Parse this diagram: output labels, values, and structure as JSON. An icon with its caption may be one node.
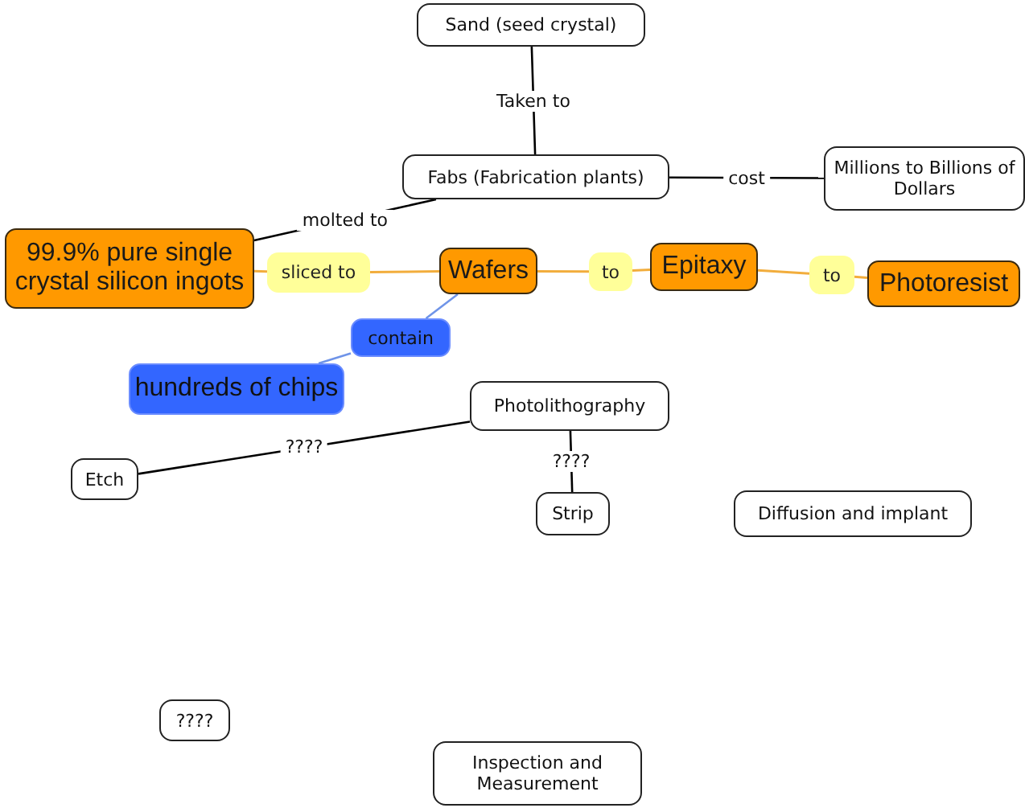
{
  "diagram": {
    "nodes": [
      {
        "text": [
          "Sand (seed crystal)"
        ]
      },
      {
        "text": [
          "Fabs (Fabrication plants)"
        ]
      },
      {
        "text": [
          "Millions to Billions of Dollars"
        ]
      },
      {
        "text": [
          "99.9% pure single crystal silicon ingots"
        ]
      },
      {
        "text": [
          "sliced to"
        ]
      },
      {
        "text": [
          "Wafers"
        ]
      },
      {
        "text": [
          "to"
        ]
      },
      {
        "text": [
          "Epitaxy"
        ]
      },
      {
        "text": [
          "to"
        ]
      },
      {
        "text": [
          "Photoresist"
        ]
      },
      {
        "text": [
          "contain"
        ]
      },
      {
        "text": [
          "hundreds of chips"
        ]
      },
      {
        "text": [
          "Photolithography"
        ]
      },
      {
        "text": [
          "Etch"
        ]
      },
      {
        "text": [
          "Strip"
        ]
      },
      {
        "text": [
          "Diffusion and implant"
        ]
      },
      {
        "text": [
          "????"
        ]
      },
      {
        "text": [
          "Inspection and Measurement"
        ]
      }
    ],
    "edges": [
      {
        "from": 0,
        "to": 1,
        "arrow": "none",
        "label": "Taken to",
        "color": "#000000"
      },
      {
        "from": 1,
        "to": 2,
        "arrow": "none",
        "label": "cost",
        "color": "#000000"
      },
      {
        "from": 1,
        "to": 3,
        "arrow": "none",
        "label": "molted to",
        "color": "#000000"
      },
      {
        "from": 3,
        "to": 4,
        "arrow": "none"
      },
      {
        "from": 4,
        "to": 5,
        "arrow": "none"
      },
      {
        "from": 5,
        "to": 6,
        "arrow": "none"
      },
      {
        "from": 6,
        "to": 7,
        "arrow": "none"
      },
      {
        "from": 7,
        "to": 8,
        "arrow": "none"
      },
      {
        "from": 8,
        "to": 9,
        "arrow": "none"
      },
      {
        "from": 5,
        "to": 10,
        "arrow": "none",
        "color": "#6f94e8"
      },
      {
        "from": 10,
        "to": 11,
        "arrow": "none",
        "color": "#6f94e8"
      },
      {
        "from": 12,
        "to": 13,
        "arrow": "none",
        "label": "????",
        "color": "#000000"
      },
      {
        "from": 12,
        "to": 14,
        "arrow": "none",
        "label": "????",
        "color": "#000000"
      }
    ]
  }
}
